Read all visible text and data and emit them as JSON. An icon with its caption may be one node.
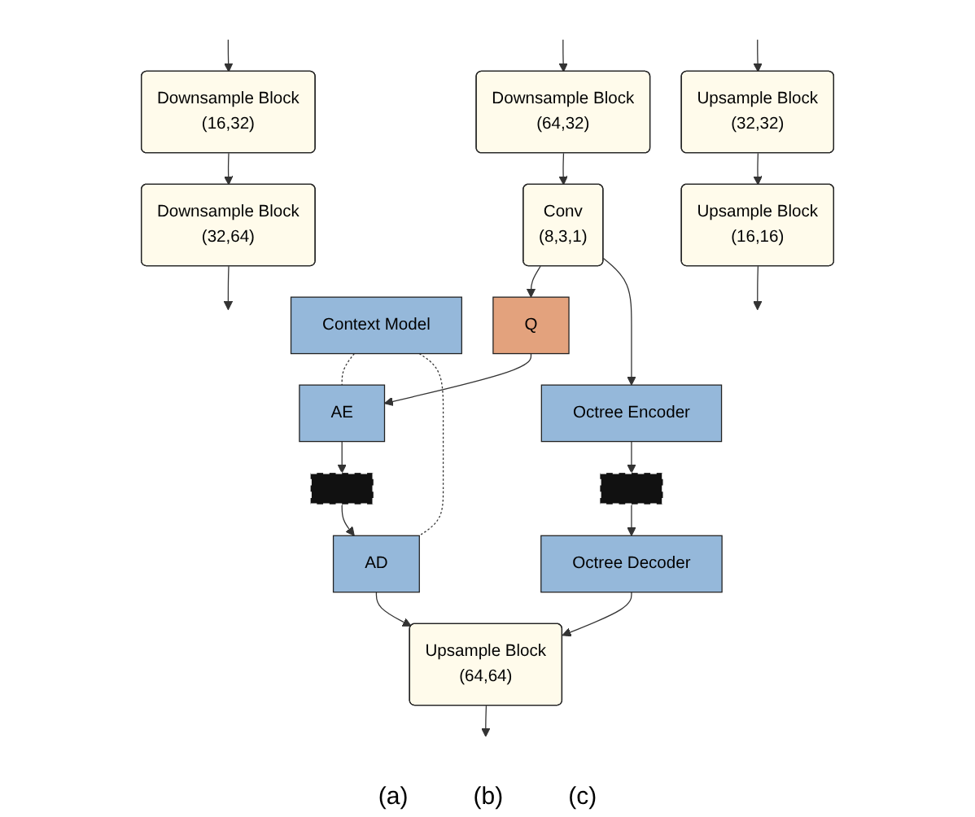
{
  "diagram": {
    "nodes": [
      {
        "text": [
          "Downsample Block",
          "(16,32)"
        ]
      },
      {
        "text": [
          "Downsample Block",
          "(32,64)"
        ]
      },
      {
        "text": [
          "Upsample Block",
          "(16,16)"
        ]
      },
      {
        "text": [
          "Upsample Block",
          "(32,32)"
        ]
      },
      {
        "text": [
          "Downsample Block",
          "(64,32)"
        ]
      },
      {
        "text": [
          "Conv",
          "(8,3,1)"
        ]
      },
      {
        "text": [
          "Q"
        ]
      },
      {
        "text": [
          "AE"
        ]
      },
      {
        "text": [
          "Octree Encoder"
        ]
      },
      {
        "text": [
          "Context Model"
        ]
      },
      {
        "text": [],
        "shape": "bar"
      },
      {
        "text": [],
        "shape": "bar"
      },
      {
        "text": [
          "AD"
        ]
      },
      {
        "text": [
          "Octree Decoder"
        ]
      },
      {
        "text": [
          "Upsample Block",
          "(64,64)"
        ]
      }
    ],
    "edges": [
      {
        "from": null,
        "to": 0,
        "arrow": "to"
      },
      {
        "from": 0,
        "to": 1,
        "arrow": "to"
      },
      {
        "from": 1,
        "to": null,
        "arrow": "to"
      },
      {
        "from": null,
        "to": 3,
        "arrow": "to"
      },
      {
        "from": 3,
        "to": 2,
        "arrow": "to"
      },
      {
        "from": 2,
        "to": null,
        "arrow": "to"
      },
      {
        "from": null,
        "to": 4,
        "arrow": "to"
      },
      {
        "from": 4,
        "to": 5,
        "arrow": "to"
      },
      {
        "from": 5,
        "to": 6,
        "arrow": "to"
      },
      {
        "from": 5,
        "to": 8,
        "arrow": "to"
      },
      {
        "from": 6,
        "to": 7,
        "arrow": "to"
      },
      {
        "from": 7,
        "to": 10,
        "arrow": "to"
      },
      {
        "from": 10,
        "to": 12,
        "arrow": "to"
      },
      {
        "from": 8,
        "to": 11,
        "arrow": "to"
      },
      {
        "from": 11,
        "to": 13,
        "arrow": "to"
      },
      {
        "from": 9,
        "to": 7,
        "arrow": "none",
        "style": "dashed"
      },
      {
        "from": 9,
        "to": 12,
        "arrow": "none",
        "style": "dashed"
      },
      {
        "from": 12,
        "to": 14,
        "arrow": "to"
      },
      {
        "from": 13,
        "to": 14,
        "arrow": "to"
      },
      {
        "from": 14,
        "to": null,
        "arrow": "to"
      }
    ],
    "labels": [
      "(a)",
      "(b)",
      "(c)"
    ]
  }
}
